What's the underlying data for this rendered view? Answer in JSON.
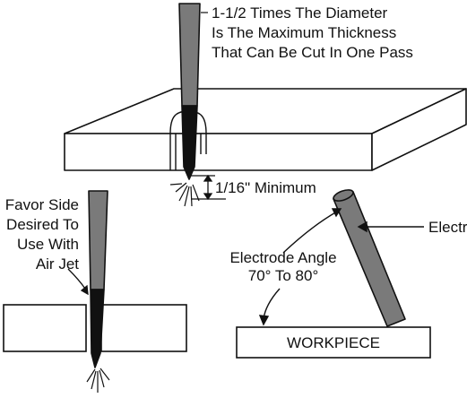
{
  "labels": {
    "thickness_line1": "1-1/2 Times The Diameter",
    "thickness_line2": "Is The Maximum Thickness",
    "thickness_line3": "That Can Be Cut In One Pass",
    "minimum": "1/16\" Minimum",
    "favor_line1": "Favor Side",
    "favor_line2": "Desired To",
    "favor_line3": "Use With",
    "favor_line4": "Air Jet",
    "electrode": "Electrode",
    "angle_line1": "Electrode Angle",
    "angle_line2": "70° To 80°",
    "workpiece": "WORKPIECE"
  },
  "colors": {
    "ink": "#111111",
    "electrode_fill": "#7a7a7a",
    "electrode_tip": "#111111",
    "paper": "#ffffff"
  }
}
